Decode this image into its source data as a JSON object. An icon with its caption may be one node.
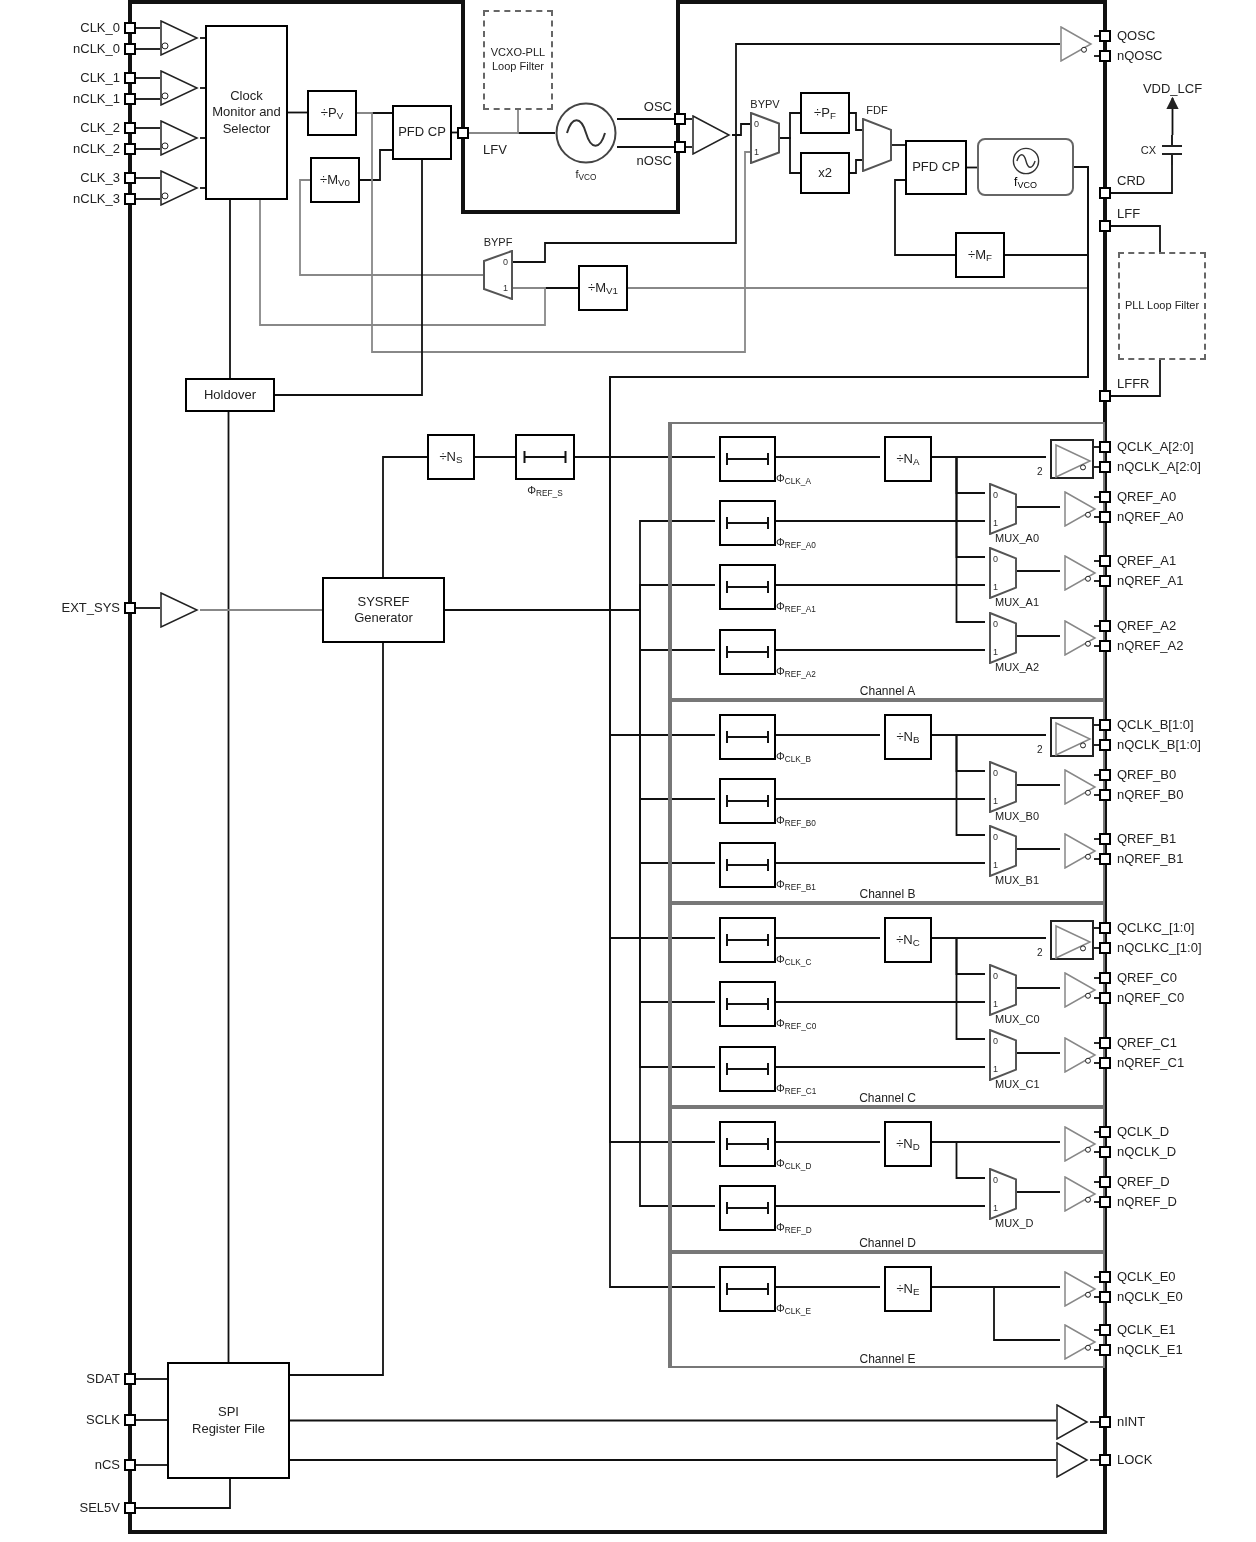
{
  "diagram": {
    "nodes": [
      {
        "text": [],
        "shape": "box",
        "beside": [
          "CLK_0"
        ]
      },
      {
        "text": [],
        "shape": "box",
        "beside": [
          "nCLK_0"
        ]
      },
      {
        "text": [],
        "shape": "box",
        "beside": [
          "CLK_1"
        ]
      },
      {
        "text": [],
        "shape": "box",
        "beside": [
          "nCLK_1"
        ]
      },
      {
        "text": [],
        "shape": "box",
        "beside": [
          "CLK_2"
        ]
      },
      {
        "text": [],
        "shape": "box",
        "beside": [
          "nCLK_2"
        ]
      },
      {
        "text": [],
        "shape": "box",
        "beside": [
          "CLK_3"
        ]
      },
      {
        "text": [],
        "shape": "box",
        "beside": [
          "nCLK_3"
        ]
      },
      {
        "text": [],
        "shape": "triangle"
      },
      {
        "text": [],
        "shape": "triangle"
      },
      {
        "text": [],
        "shape": "triangle"
      },
      {
        "text": [],
        "shape": "triangle"
      },
      {
        "text": [
          "Clock Monitor and Selector"
        ]
      },
      {
        "text": [
          "÷P$_{V}$"
        ]
      },
      {
        "text": [
          "÷M$_{V0}$"
        ]
      },
      {
        "text": [
          "PFD CP"
        ]
      },
      {
        "text": [],
        "shape": "box",
        "beside": [
          "LFV"
        ]
      },
      {
        "text": [
          "VCXO-PLL Loop Filter"
        ]
      },
      {
        "text": [],
        "shape": "circle",
        "beside": [
          "f$_{VCO}$"
        ]
      },
      {
        "text": [],
        "shape": "box",
        "beside": [
          "OSC"
        ]
      },
      {
        "text": [],
        "shape": "box",
        "beside": [
          "nOSC"
        ]
      },
      {
        "text": [],
        "shape": "triangle"
      },
      {
        "text": [
          "0",
          "1"
        ],
        "beside": [
          "BYPV"
        ]
      },
      {
        "text": [
          "÷P$_{F}$"
        ]
      },
      {
        "text": [
          "x2"
        ]
      },
      {
        "text": [],
        "shape": "trapezoid",
        "beside": [
          "FDF"
        ]
      },
      {
        "text": [
          "PFD CP"
        ]
      },
      {
        "text": [
          "f$_{VCO}$"
        ]
      },
      {
        "text": [
          "÷M$_{F}$"
        ]
      },
      {
        "text": [
          "0",
          "1"
        ],
        "beside": [
          "BYPF"
        ]
      },
      {
        "text": [
          "÷M$_{V1}$"
        ]
      },
      {
        "text": [
          "Holdover"
        ]
      },
      {
        "text": [],
        "shape": "triangle"
      },
      {
        "text": [],
        "shape": "box",
        "beside": [
          "QOSC"
        ]
      },
      {
        "text": [],
        "shape": "box",
        "beside": [
          "nQOSC"
        ]
      },
      {
        "text": [
          "VDD_LCF"
        ]
      },
      {
        "text": [],
        "shape": "capacitor",
        "beside": [
          "CX"
        ]
      },
      {
        "text": [],
        "shape": "box",
        "beside": [
          "CRD"
        ]
      },
      {
        "text": [],
        "shape": "box",
        "beside": [
          "LFF"
        ]
      },
      {
        "text": [
          "PLL Loop Filter"
        ]
      },
      {
        "text": [],
        "shape": "box",
        "beside": [
          "LFFR"
        ]
      },
      {
        "text": [],
        "shape": "box",
        "beside": [
          "EXT_SYS"
        ]
      },
      {
        "text": [],
        "shape": "triangle"
      },
      {
        "text": [
          "SYSREF Generator"
        ]
      },
      {
        "text": [
          "÷N$_{S}$"
        ]
      },
      {
        "text": [],
        "shape": "box",
        "beside": [
          "Φ$_{REF_S}$"
        ]
      },
      {
        "text": [
          "Channel A"
        ]
      },
      {
        "text": [],
        "shape": "box",
        "beside": [
          "Φ$_{CLK_A}$"
        ],
        "in": 46
      },
      {
        "text": [
          "÷N$_{A}$"
        ],
        "in": 46
      },
      {
        "text": [],
        "shape": "triangle",
        "in": 46
      },
      {
        "text": [],
        "shape": "box",
        "beside": [
          "QCLK_A[2:0]"
        ]
      },
      {
        "text": [],
        "shape": "box",
        "beside": [
          "nQCLK_A[2:0]"
        ]
      },
      {
        "text": [],
        "shape": "box",
        "beside": [
          "Φ$_{REF_A0}$"
        ],
        "in": 46
      },
      {
        "text": [
          "0",
          "1"
        ],
        "beside": [
          "MUX_A0"
        ],
        "in": 46
      },
      {
        "text": [],
        "shape": "triangle",
        "in": 46
      },
      {
        "text": [],
        "shape": "box",
        "beside": [
          "QREF_A0"
        ]
      },
      {
        "text": [],
        "shape": "box",
        "beside": [
          "nQREF_A0"
        ]
      },
      {
        "text": [],
        "shape": "box",
        "beside": [
          "Φ$_{REF_A1}$"
        ],
        "in": 46
      },
      {
        "text": [
          "0",
          "1"
        ],
        "beside": [
          "MUX_A1"
        ],
        "in": 46
      },
      {
        "text": [],
        "shape": "triangle",
        "in": 46
      },
      {
        "text": [],
        "shape": "box",
        "beside": [
          "QREF_A1"
        ]
      },
      {
        "text": [],
        "shape": "box",
        "beside": [
          "nQREF_A1"
        ]
      },
      {
        "text": [],
        "shape": "box",
        "beside": [
          "Φ$_{REF_A2}$"
        ],
        "in": 46
      },
      {
        "text": [
          "0",
          "1"
        ],
        "beside": [
          "MUX_A2"
        ],
        "in": 46
      },
      {
        "text": [],
        "shape": "triangle",
        "in": 46
      },
      {
        "text": [],
        "shape": "box",
        "beside": [
          "QREF_A2"
        ]
      },
      {
        "text": [],
        "shape": "box",
        "beside": [
          "nQREF_A2"
        ]
      },
      {
        "text": [
          "Channel B"
        ]
      },
      {
        "text": [],
        "shape": "box",
        "beside": [
          "Φ$_{CLK_B}$"
        ],
        "in": 67
      },
      {
        "text": [
          "÷N$_{B}$"
        ],
        "in": 67
      },
      {
        "text": [],
        "shape": "triangle",
        "in": 67
      },
      {
        "text": [],
        "shape": "box",
        "beside": [
          "QCLK_B[1:0]"
        ]
      },
      {
        "text": [],
        "shape": "box",
        "beside": [
          "nQCLK_B[1:0]"
        ]
      },
      {
        "text": [],
        "shape": "box",
        "beside": [
          "Φ$_{REF_B0}$"
        ],
        "in": 67
      },
      {
        "text": [
          "0",
          "1"
        ],
        "beside": [
          "MUX_B0"
        ],
        "in": 67
      },
      {
        "text": [],
        "shape": "triangle",
        "in": 67
      },
      {
        "text": [],
        "shape": "box",
        "beside": [
          "QREF_B0"
        ]
      },
      {
        "text": [],
        "shape": "box",
        "beside": [
          "nQREF_B0"
        ]
      },
      {
        "text": [],
        "shape": "box",
        "beside": [
          "Φ$_{REF_B1}$"
        ],
        "in": 67
      },
      {
        "text": [
          "0",
          "1"
        ],
        "beside": [
          "MUX_B1"
        ],
        "in": 67
      },
      {
        "text": [],
        "shape": "triangle",
        "in": 67
      },
      {
        "text": [],
        "shape": "box",
        "beside": [
          "QREF_B1"
        ]
      },
      {
        "text": [],
        "shape": "box",
        "beside": [
          "nQREF_B1"
        ]
      },
      {
        "text": [
          "Channel C"
        ]
      },
      {
        "text": [],
        "shape": "box",
        "beside": [
          "Φ$_{CLK_C}$"
        ],
        "in": 83
      },
      {
        "text": [
          "÷N$_{C}$"
        ],
        "in": 83
      },
      {
        "text": [],
        "shape": "triangle",
        "in": 83
      },
      {
        "text": [],
        "shape": "box",
        "beside": [
          "QCLKC_[1:0]"
        ]
      },
      {
        "text": [],
        "shape": "box",
        "beside": [
          "nQCLKC_[1:0]"
        ]
      },
      {
        "text": [],
        "shape": "box",
        "beside": [
          "Φ$_{REF_C0}$"
        ],
        "in": 83
      },
      {
        "text": [
          "0",
          "1"
        ],
        "beside": [
          "MUX_C0"
        ],
        "in": 83
      },
      {
        "text": [],
        "shape": "triangle",
        "in": 83
      },
      {
        "text": [],
        "shape": "box",
        "beside": [
          "QREF_C0"
        ]
      },
      {
        "text": [],
        "shape": "box",
        "beside": [
          "nQREF_C0"
        ]
      },
      {
        "text": [],
        "shape": "box",
        "beside": [
          "Φ$_{REF_C1}$"
        ],
        "in": 83
      },
      {
        "text": [
          "0",
          "1"
        ],
        "beside": [
          "MUX_C1"
        ],
        "in": 83
      },
      {
        "text": [],
        "shape": "triangle",
        "in": 83
      },
      {
        "text": [],
        "shape": "box",
        "beside": [
          "QREF_C1"
        ]
      },
      {
        "text": [],
        "shape": "box",
        "beside": [
          "nQREF_C1"
        ]
      },
      {
        "text": [
          "Channel D"
        ]
      },
      {
        "text": [],
        "shape": "box",
        "beside": [
          "Φ$_{CLK_D}$"
        ],
        "in": 99
      },
      {
        "text": [
          "÷N$_{D}$"
        ],
        "in": 99
      },
      {
        "text": [],
        "shape": "triangle",
        "in": 99
      },
      {
        "text": [],
        "shape": "box",
        "beside": [
          "QCLK_D"
        ]
      },
      {
        "text": [],
        "shape": "box",
        "beside": [
          "nQCLK_D"
        ]
      },
      {
        "text": [],
        "shape": "box",
        "beside": [
          "Φ$_{REF_D}$"
        ],
        "in": 99
      },
      {
        "text": [
          "0",
          "1"
        ],
        "beside": [
          "MUX_D"
        ],
        "in": 99
      },
      {
        "text": [],
        "shape": "triangle",
        "in": 99
      },
      {
        "text": [],
        "shape": "box",
        "beside": [
          "QREF_D"
        ]
      },
      {
        "text": [],
        "shape": "box",
        "beside": [
          "nQREF_D"
        ]
      },
      {
        "text": [
          "Channel E"
        ]
      },
      {
        "text": [],
        "shape": "box",
        "beside": [
          "Φ$_{CLK_E}$"
        ],
        "in": 110
      },
      {
        "text": [
          "÷N$_{E}$"
        ],
        "in": 110
      },
      {
        "text": [],
        "shape": "triangle",
        "in": 110
      },
      {
        "text": [],
        "shape": "box",
        "beside": [
          "QCLK_E0"
        ]
      },
      {
        "text": [],
        "shape": "box",
        "beside": [
          "nQCLK_E0"
        ]
      },
      {
        "text": [],
        "shape": "triangle",
        "in": 110
      },
      {
        "text": [],
        "shape": "box",
        "beside": [
          "QCLK_E1"
        ]
      },
      {
        "text": [],
        "shape": "box",
        "beside": [
          "nQCLK_E1"
        ]
      },
      {
        "text": [],
        "shape": "box",
        "beside": [
          "SDAT"
        ]
      },
      {
        "text": [],
        "shape": "box",
        "beside": [
          "SCLK"
        ]
      },
      {
        "text": [],
        "shape": "box",
        "beside": [
          "nCS"
        ]
      },
      {
        "text": [],
        "shape": "box",
        "beside": [
          "SEL5V"
        ]
      },
      {
        "text": [
          "SPI",
          "Register File"
        ]
      },
      {
        "text": [],
        "shape": "triangle"
      },
      {
        "text": [],
        "shape": "triangle"
      },
      {
        "text": [],
        "shape": "box",
        "beside": [
          "nINT"
        ]
      },
      {
        "text": [],
        "shape": "box",
        "beside": [
          "LOCK"
        ]
      }
    ],
    "edges": [
      {
        "from": 0,
        "to": 8,
        "arrow": "none"
      },
      {
        "from": 1,
        "to": 8,
        "arrow": "none"
      },
      {
        "from": 2,
        "to": 9,
        "arrow": "none"
      },
      {
        "from": 3,
        "to": 9,
        "arrow": "none"
      },
      {
        "from": 4,
        "to": 10,
        "arrow": "none"
      },
      {
        "from": 5,
        "to": 10,
        "arrow": "none"
      },
      {
        "from": 6,
        "to": 11,
        "arrow": "none"
      },
      {
        "from": 7,
        "to": 11,
        "arrow": "none"
      },
      {
        "from": 8,
        "to": 12,
        "arrow": "none"
      },
      {
        "from": 9,
        "to": 12,
        "arrow": "none"
      },
      {
        "from": 10,
        "to": 12,
        "arrow": "none"
      },
      {
        "from": 11,
        "to": 12,
        "arrow": "none"
      },
      {
        "from": 12,
        "to": 13,
        "arrow": "none"
      },
      {
        "from": 13,
        "to": 15,
        "arrow": "none"
      },
      {
        "from": 14,
        "to": 15,
        "arrow": "none"
      },
      {
        "from": 15,
        "to": 16,
        "arrow": "none"
      },
      {
        "from": 16,
        "to": 18,
        "arrow": "none"
      },
      {
        "from": 17,
        "to": 16,
        "arrow": "none",
        "color": "#888888"
      },
      {
        "from": 18,
        "to": 19,
        "arrow": "none"
      },
      {
        "from": 18,
        "to": 20,
        "arrow": "none"
      },
      {
        "from": 19,
        "to": 21,
        "arrow": "none"
      },
      {
        "from": 20,
        "to": 21,
        "arrow": "none"
      },
      {
        "from": 21,
        "to": 22,
        "arrow": "none"
      },
      {
        "from": 21,
        "to": 32,
        "arrow": "none"
      },
      {
        "from": 32,
        "to": 33,
        "arrow": "none"
      },
      {
        "from": 32,
        "to": 34,
        "arrow": "none"
      },
      {
        "from": 22,
        "to": 23,
        "arrow": "none"
      },
      {
        "from": 22,
        "to": 24,
        "arrow": "none"
      },
      {
        "from": 23,
        "to": 25,
        "arrow": "none"
      },
      {
        "from": 24,
        "to": 25,
        "arrow": "none"
      },
      {
        "from": 25,
        "to": 26,
        "arrow": "none"
      },
      {
        "from": 26,
        "to": 27,
        "arrow": "none"
      },
      {
        "from": 28,
        "to": 26,
        "arrow": "none"
      },
      {
        "from": 27,
        "to": 28,
        "arrow": "none"
      },
      {
        "from": 21,
        "to": 29,
        "arrow": "none"
      },
      {
        "from": 30,
        "to": 29,
        "arrow": "none"
      },
      {
        "from": 27,
        "to": 30,
        "arrow": "none",
        "color": "#888888"
      },
      {
        "from": 29,
        "to": 14,
        "arrow": "none",
        "color": "#888888"
      },
      {
        "from": 12,
        "to": 29,
        "arrow": "none",
        "color": "#888888"
      },
      {
        "from": 13,
        "to": 22,
        "arrow": "none",
        "color": "#888888"
      },
      {
        "from": 15,
        "to": 31,
        "arrow": "none"
      },
      {
        "from": 12,
        "to": 31,
        "arrow": "none"
      },
      {
        "from": 31,
        "to": 123,
        "arrow": "none"
      },
      {
        "from": 37,
        "to": 36,
        "arrow": "none"
      },
      {
        "from": 36,
        "to": 35,
        "arrow": "to"
      },
      {
        "from": 38,
        "to": 39,
        "arrow": "none"
      },
      {
        "from": 39,
        "to": 40,
        "arrow": "none"
      },
      {
        "from": 41,
        "to": 42,
        "arrow": "none"
      },
      {
        "from": 42,
        "to": 43,
        "arrow": "none",
        "color": "#888888"
      },
      {
        "from": 43,
        "to": 44,
        "arrow": "none"
      },
      {
        "from": 44,
        "to": 45,
        "arrow": "none"
      },
      {
        "from": 45,
        "to": 47,
        "arrow": "none"
      },
      {
        "from": 27,
        "to": 68,
        "arrow": "none"
      },
      {
        "from": 27,
        "to": 84,
        "arrow": "none"
      },
      {
        "from": 27,
        "to": 100,
        "arrow": "none"
      },
      {
        "from": 27,
        "to": 111,
        "arrow": "none"
      },
      {
        "from": 43,
        "to": 52,
        "arrow": "none"
      },
      {
        "from": 43,
        "to": 57,
        "arrow": "none"
      },
      {
        "from": 43,
        "to": 62,
        "arrow": "none"
      },
      {
        "from": 43,
        "to": 73,
        "arrow": "none"
      },
      {
        "from": 43,
        "to": 78,
        "arrow": "none"
      },
      {
        "from": 43,
        "to": 89,
        "arrow": "none"
      },
      {
        "from": 43,
        "to": 94,
        "arrow": "none"
      },
      {
        "from": 43,
        "to": 105,
        "arrow": "none"
      },
      {
        "from": 47,
        "to": 48,
        "arrow": "none"
      },
      {
        "from": 48,
        "to": 49,
        "arrow": "none"
      },
      {
        "from": 49,
        "to": 50,
        "arrow": "none"
      },
      {
        "from": 49,
        "to": 51,
        "arrow": "none"
      },
      {
        "from": 48,
        "to": 53,
        "arrow": "none"
      },
      {
        "from": 52,
        "to": 53,
        "arrow": "none"
      },
      {
        "from": 53,
        "to": 54,
        "arrow": "none"
      },
      {
        "from": 54,
        "to": 55,
        "arrow": "none"
      },
      {
        "from": 54,
        "to": 56,
        "arrow": "none"
      },
      {
        "from": 48,
        "to": 58,
        "arrow": "none"
      },
      {
        "from": 57,
        "to": 58,
        "arrow": "none"
      },
      {
        "from": 58,
        "to": 59,
        "arrow": "none"
      },
      {
        "from": 59,
        "to": 60,
        "arrow": "none"
      },
      {
        "from": 59,
        "to": 61,
        "arrow": "none"
      },
      {
        "from": 48,
        "to": 63,
        "arrow": "none"
      },
      {
        "from": 62,
        "to": 63,
        "arrow": "none"
      },
      {
        "from": 63,
        "to": 64,
        "arrow": "none"
      },
      {
        "from": 64,
        "to": 65,
        "arrow": "none"
      },
      {
        "from": 64,
        "to": 66,
        "arrow": "none"
      },
      {
        "from": 68,
        "to": 69,
        "arrow": "none"
      },
      {
        "from": 69,
        "to": 70,
        "arrow": "none"
      },
      {
        "from": 70,
        "to": 71,
        "arrow": "none"
      },
      {
        "from": 70,
        "to": 72,
        "arrow": "none"
      },
      {
        "from": 69,
        "to": 74,
        "arrow": "none"
      },
      {
        "from": 73,
        "to": 74,
        "arrow": "none"
      },
      {
        "from": 74,
        "to": 75,
        "arrow": "none"
      },
      {
        "from": 75,
        "to": 76,
        "arrow": "none"
      },
      {
        "from": 75,
        "to": 77,
        "arrow": "none"
      },
      {
        "from": 69,
        "to": 79,
        "arrow": "none"
      },
      {
        "from": 78,
        "to": 79,
        "arrow": "none"
      },
      {
        "from": 79,
        "to": 80,
        "arrow": "none"
      },
      {
        "from": 80,
        "to": 81,
        "arrow": "none"
      },
      {
        "from": 80,
        "to": 82,
        "arrow": "none"
      },
      {
        "from": 84,
        "to": 85,
        "arrow": "none"
      },
      {
        "from": 85,
        "to": 86,
        "arrow": "none"
      },
      {
        "from": 86,
        "to": 87,
        "arrow": "none"
      },
      {
        "from": 86,
        "to": 88,
        "arrow": "none"
      },
      {
        "from": 85,
        "to": 90,
        "arrow": "none"
      },
      {
        "from": 89,
        "to": 90,
        "arrow": "none"
      },
      {
        "from": 90,
        "to": 91,
        "arrow": "none"
      },
      {
        "from": 91,
        "to": 92,
        "arrow": "none"
      },
      {
        "from": 91,
        "to": 93,
        "arrow": "none"
      },
      {
        "from": 85,
        "to": 95,
        "arrow": "none"
      },
      {
        "from": 94,
        "to": 95,
        "arrow": "none"
      },
      {
        "from": 95,
        "to": 96,
        "arrow": "none"
      },
      {
        "from": 96,
        "to": 97,
        "arrow": "none"
      },
      {
        "from": 96,
        "to": 98,
        "arrow": "none"
      },
      {
        "from": 100,
        "to": 101,
        "arrow": "none"
      },
      {
        "from": 101,
        "to": 102,
        "arrow": "none"
      },
      {
        "from": 102,
        "to": 103,
        "arrow": "none"
      },
      {
        "from": 102,
        "to": 104,
        "arrow": "none"
      },
      {
        "from": 101,
        "to": 106,
        "arrow": "none"
      },
      {
        "from": 105,
        "to": 106,
        "arrow": "none"
      },
      {
        "from": 106,
        "to": 107,
        "arrow": "none"
      },
      {
        "from": 107,
        "to": 108,
        "arrow": "none"
      },
      {
        "from": 107,
        "to": 109,
        "arrow": "none"
      },
      {
        "from": 111,
        "to": 112,
        "arrow": "none"
      },
      {
        "from": 112,
        "to": 113,
        "arrow": "none"
      },
      {
        "from": 113,
        "to": 114,
        "arrow": "none"
      },
      {
        "from": 113,
        "to": 115,
        "arrow": "none"
      },
      {
        "from": 112,
        "to": 116,
        "arrow": "none"
      },
      {
        "from": 116,
        "to": 117,
        "arrow": "none"
      },
      {
        "from": 116,
        "to": 118,
        "arrow": "none"
      },
      {
        "from": 119,
        "to": 123,
        "arrow": "none"
      },
      {
        "from": 120,
        "to": 123,
        "arrow": "none"
      },
      {
        "from": 121,
        "to": 123,
        "arrow": "none"
      },
      {
        "from": 122,
        "to": 123,
        "arrow": "none"
      },
      {
        "from": 123,
        "to": 43,
        "arrow": "none"
      },
      {
        "from": 123,
        "to": 124,
        "arrow": "none"
      },
      {
        "from": 123,
        "to": 125,
        "arrow": "none"
      },
      {
        "from": 124,
        "to": 126,
        "arrow": "none"
      },
      {
        "from": 125,
        "to": 127,
        "arrow": "none"
      }
    ],
    "labels": [
      "2",
      "2",
      "2"
    ]
  }
}
